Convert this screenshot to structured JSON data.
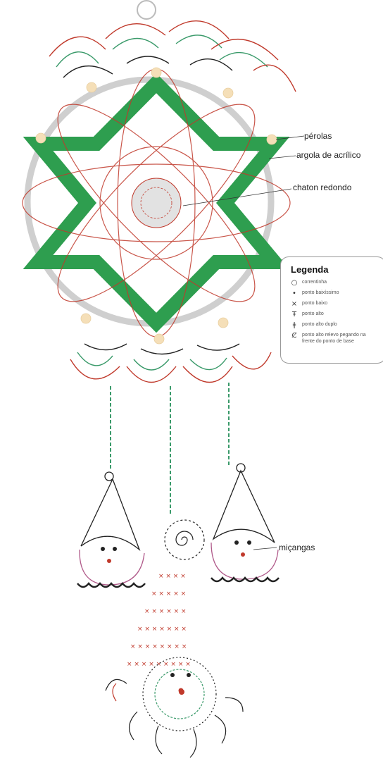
{
  "labels": {
    "pearls": "pérolas",
    "acrylic_ring": "argola de acrílico",
    "round_chaton": "chaton redondo",
    "beads": "miçangas"
  },
  "legend": {
    "title": "Legenda",
    "items": [
      {
        "symbol": "○",
        "label": "correntinha"
      },
      {
        "symbol": "•",
        "label": "ponto baixíssimo"
      },
      {
        "symbol": "×",
        "label": "ponto baixo"
      },
      {
        "symbol": "Ŧ",
        "label": "ponto alto"
      },
      {
        "symbol": "ǂ",
        "label": "ponto alto duplo"
      },
      {
        "symbol": "Ȼ",
        "label": "ponto alto relevo pegando na frente do ponto de base"
      }
    ]
  },
  "colors": {
    "green_star": "#2e9e4f",
    "ring_grey": "#cfcfcf",
    "red_stitch": "#c0392b",
    "green_stitch": "#3a9a6a",
    "black_stitch": "#222222",
    "pearl": "#f5dfb8"
  }
}
